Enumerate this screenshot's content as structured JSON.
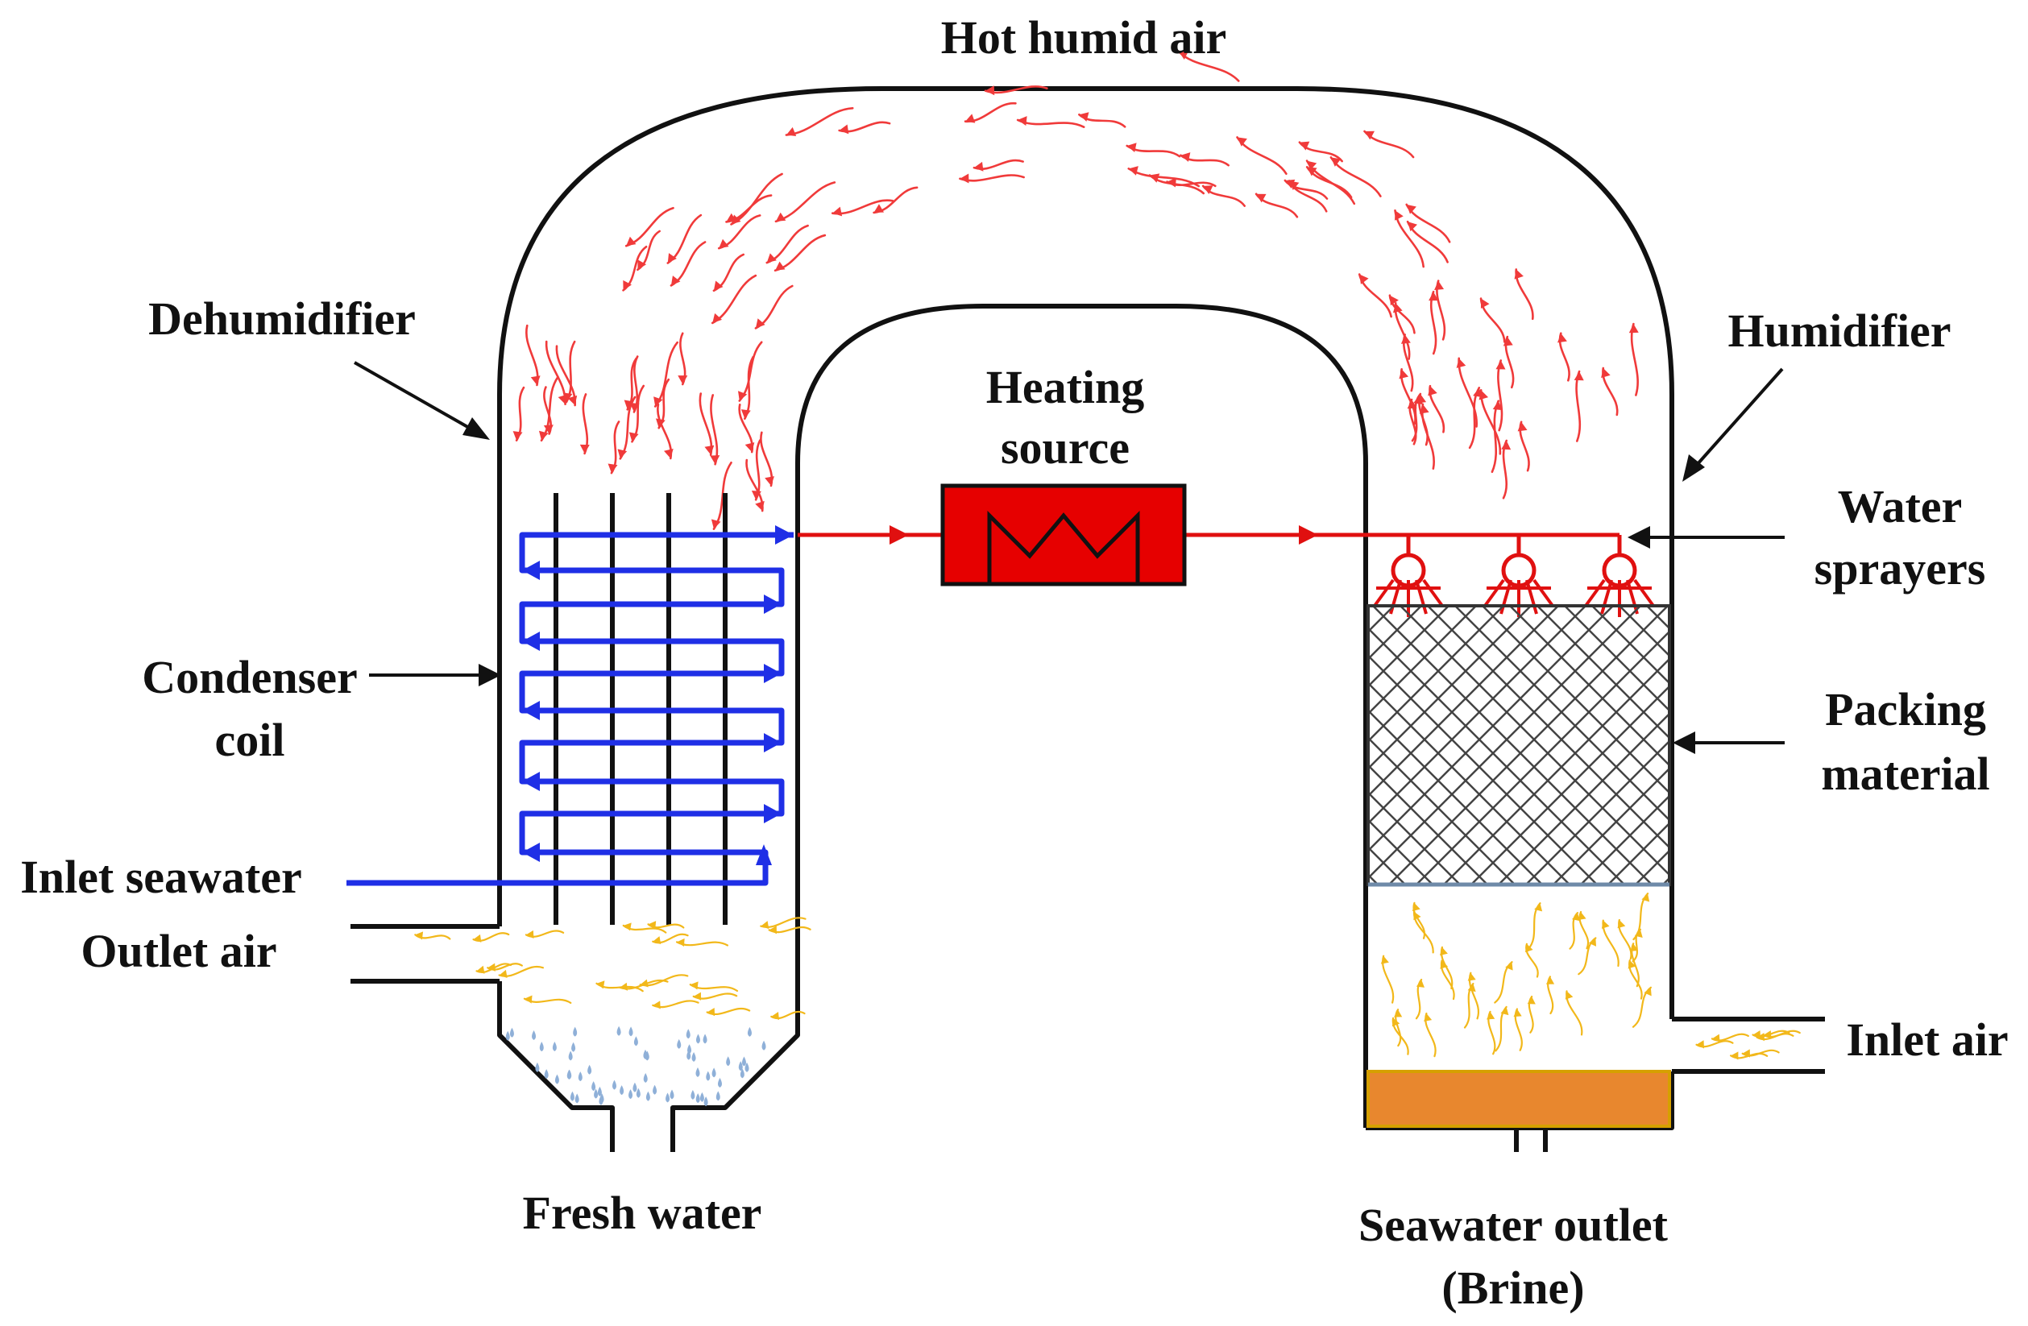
{
  "diagram": {
    "title": "",
    "labels": {
      "hot_humid_air": "Hot humid air",
      "dehumidifier": "Dehumidifier",
      "humidifier": "Humidifier",
      "heating_source_line1": "Heating",
      "heating_source_line2": "source",
      "water_sprayers_line1": "Water",
      "water_sprayers_line2": "sprayers",
      "condenser_coil_line1": "Condenser",
      "condenser_coil_line2": "coil",
      "packing_material_line1": "Packing",
      "packing_material_line2": "material",
      "inlet_seawater": "Inlet seawater",
      "outlet_air": "Outlet air",
      "inlet_air": "Inlet air",
      "fresh_water": "Fresh water",
      "seawater_outlet_line1": "Seawater outlet",
      "seawater_outlet_line2": "(Brine)"
    },
    "colors": {
      "seawater_line": "#1f2fe6",
      "heated_water_line": "#e01010",
      "heater_fill": "#e60000",
      "hot_air_arrows": "#f03a3a",
      "inlet_air_arrows": "#f2b81a",
      "fresh_water_drops": "#8fb0d8",
      "brine_fill": "#e8872e",
      "packing_hatch": "#444444"
    },
    "icons": [
      "heater-zigzag-icon",
      "water-sprayer-icon",
      "arrowhead-icon",
      "air-arrow-icon",
      "water-drop-icon"
    ]
  }
}
